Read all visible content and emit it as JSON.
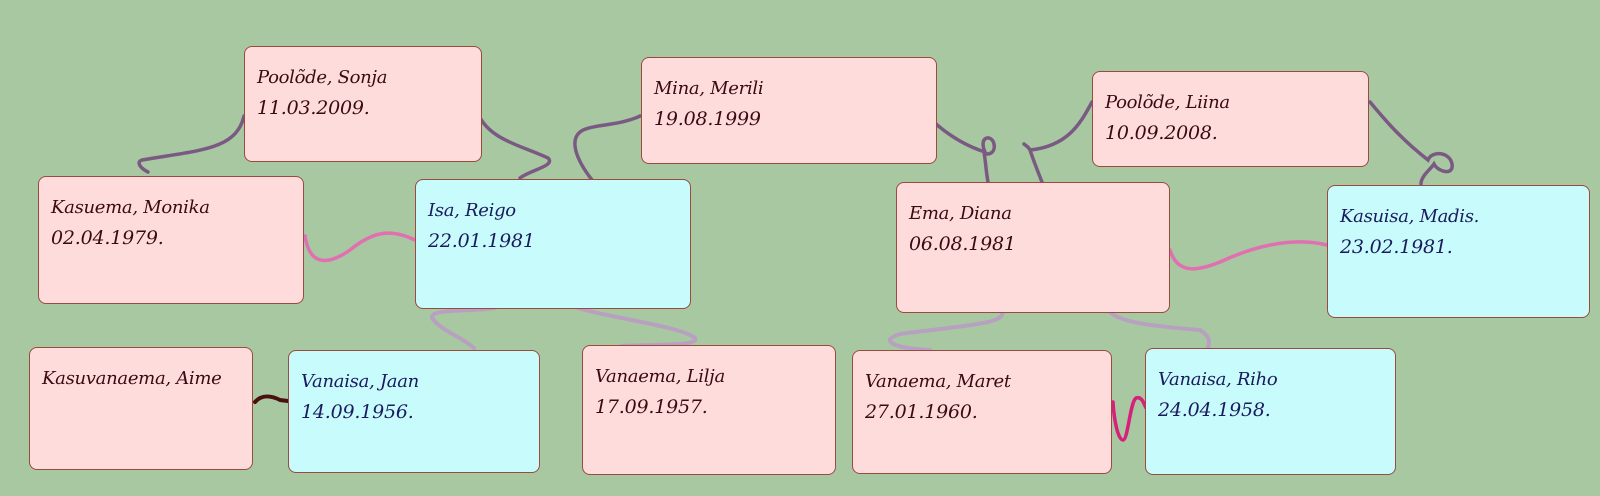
{
  "colors": {
    "background": "#a8c8a2",
    "female_fill": "#ffdcdc",
    "male_fill": "#c8fcfc",
    "border": "#9a4a3e",
    "female_text": "#3a0a12",
    "male_text": "#1a1a5e",
    "child_link": "#7a5a82",
    "partner_link": "#e070b0",
    "grandparent_link": "#b8a0c0",
    "dark_link": "#4a1010",
    "crimson_link": "#d8207a"
  },
  "people": {
    "sonja": {
      "name": "Poolõde, Sonja",
      "date": "11.03.2009."
    },
    "merili": {
      "name": "Mina, Merili",
      "date": "19.08.1999"
    },
    "liina": {
      "name": "Poolõde, Liina",
      "date": "10.09.2008."
    },
    "monika": {
      "name": "Kasuema, Monika",
      "date": "02.04.1979."
    },
    "reigo": {
      "name": "Isa, Reigo",
      "date": "22.01.1981"
    },
    "diana": {
      "name": "Ema, Diana",
      "date": "06.08.1981"
    },
    "madis": {
      "name": "Kasuisa, Madis.",
      "date": "23.02.1981."
    },
    "aime": {
      "name": "Kasuvanaema, Aime",
      "date": ""
    },
    "jaan": {
      "name": "Vanaisa, Jaan",
      "date": "14.09.1956."
    },
    "lilja": {
      "name": "Vanaema, Lilja",
      "date": "17.09.1957."
    },
    "maret": {
      "name": "Vanaema, Maret",
      "date": "27.01.1960."
    },
    "riho": {
      "name": "Vanaisa, Riho",
      "date": "24.04.1958."
    }
  }
}
